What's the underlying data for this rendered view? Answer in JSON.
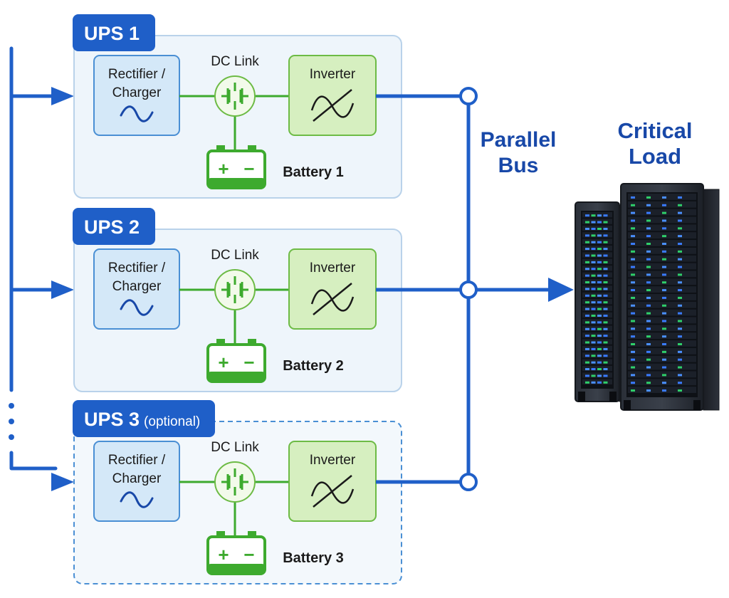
{
  "colors": {
    "blue": "#1f5fc8",
    "blue_dark": "#1848a8",
    "panel_fill": "#eef5fb",
    "panel_stroke": "#b9d2ea",
    "rect_fill": "#d4e8f8",
    "rect_stroke": "#4a8fd4",
    "green": "#3daa2e",
    "green_fill": "#d6efc0",
    "green_stroke": "#6dbb45",
    "text_dark": "#1a1a1a"
  },
  "ups": [
    {
      "title": "UPS 1",
      "subtitle": "",
      "dc_link": "DC Link",
      "rectifier": [
        "Rectifier /",
        "Charger"
      ],
      "inverter": "Inverter",
      "battery": "Battery 1",
      "optional": false
    },
    {
      "title": "UPS 2",
      "subtitle": "",
      "dc_link": "DC Link",
      "rectifier": [
        "Rectifier /",
        "Charger"
      ],
      "inverter": "Inverter",
      "battery": "Battery 2",
      "optional": false
    },
    {
      "title": "UPS 3",
      "subtitle": "(optional)",
      "dc_link": "DC Link",
      "rectifier": [
        "Rectifier /",
        "Charger"
      ],
      "inverter": "Inverter",
      "battery": "Battery 3",
      "optional": true
    }
  ],
  "parallel_bus": [
    "Parallel",
    "Bus"
  ],
  "critical_load": [
    "Critical",
    "Load"
  ],
  "battery_plus": "+",
  "battery_minus": "−",
  "icons": {
    "rectifier": "ac-wave-icon",
    "inverter": "inverter-wave-icon",
    "dc_link": "capacitor-icon",
    "battery": "battery-icon",
    "load": "server-rack-icon"
  }
}
